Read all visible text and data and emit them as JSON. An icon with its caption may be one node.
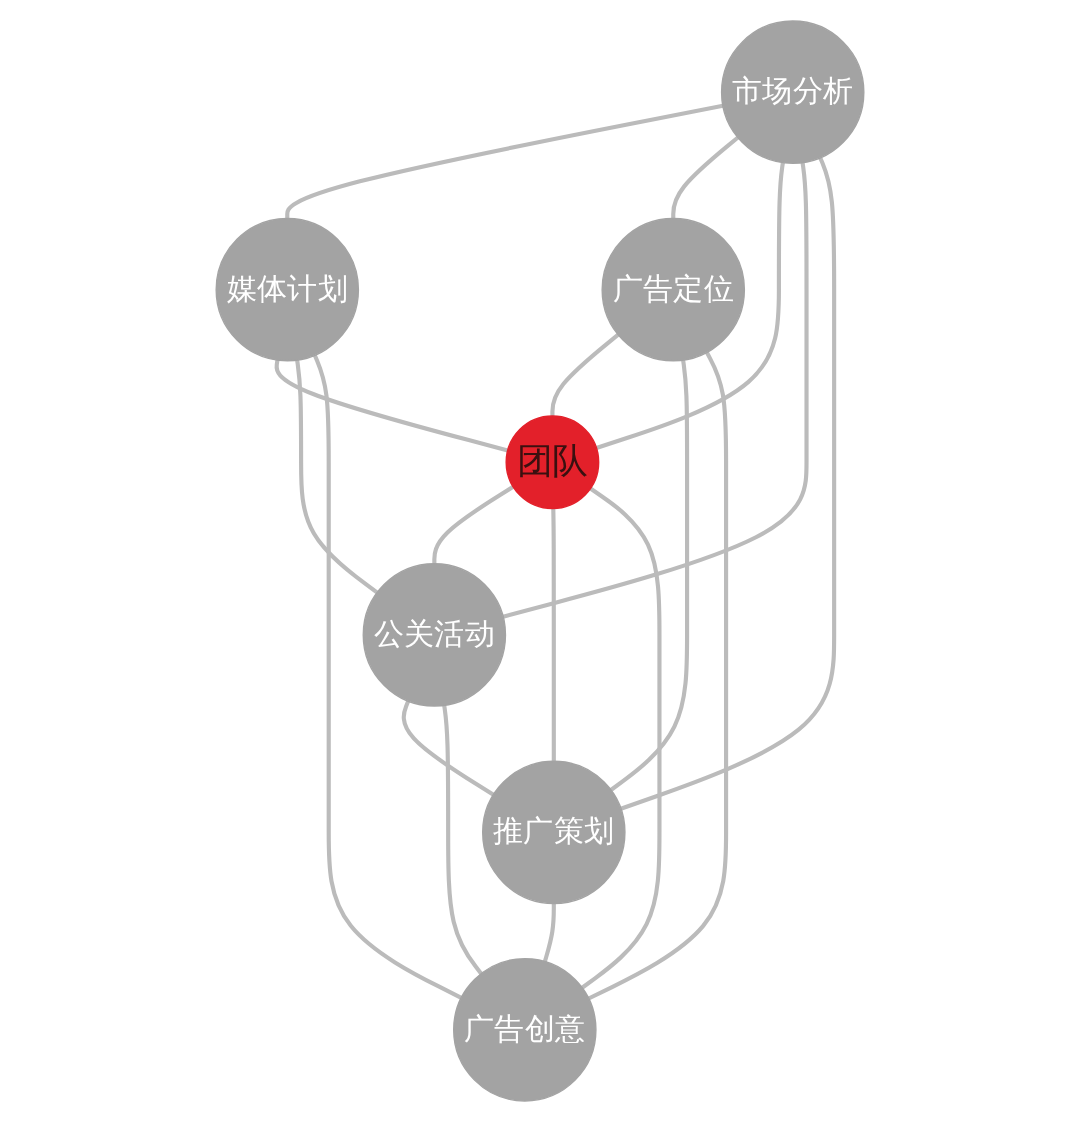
{
  "diagram": {
    "nodes": [
      {
        "text": [
          "市场分析"
        ]
      },
      {
        "text": [
          "媒体计划"
        ]
      },
      {
        "text": [
          "广告定位"
        ]
      },
      {
        "text": [
          "团队"
        ]
      },
      {
        "text": [
          "公关活动"
        ]
      },
      {
        "text": [
          "推广策划"
        ]
      },
      {
        "text": [
          "广告创意"
        ]
      }
    ],
    "edges": [
      {
        "from": 0,
        "to": 1,
        "arrow": "none"
      },
      {
        "from": 0,
        "to": 2,
        "arrow": "none"
      },
      {
        "from": 0,
        "to": 3,
        "arrow": "none"
      },
      {
        "from": 0,
        "to": 4,
        "arrow": "none"
      },
      {
        "from": 0,
        "to": 5,
        "arrow": "none"
      },
      {
        "from": 1,
        "to": 3,
        "arrow": "none"
      },
      {
        "from": 1,
        "to": 4,
        "arrow": "none"
      },
      {
        "from": 1,
        "to": 6,
        "arrow": "none"
      },
      {
        "from": 2,
        "to": 3,
        "arrow": "none"
      },
      {
        "from": 2,
        "to": 5,
        "arrow": "none"
      },
      {
        "from": 2,
        "to": 6,
        "arrow": "none"
      },
      {
        "from": 3,
        "to": 4,
        "arrow": "none"
      },
      {
        "from": 3,
        "to": 5,
        "arrow": "none"
      },
      {
        "from": 3,
        "to": 6,
        "arrow": "none"
      },
      {
        "from": 4,
        "to": 5,
        "arrow": "none"
      },
      {
        "from": 4,
        "to": 6,
        "arrow": "none"
      },
      {
        "from": 5,
        "to": 6,
        "arrow": "none"
      }
    ]
  }
}
